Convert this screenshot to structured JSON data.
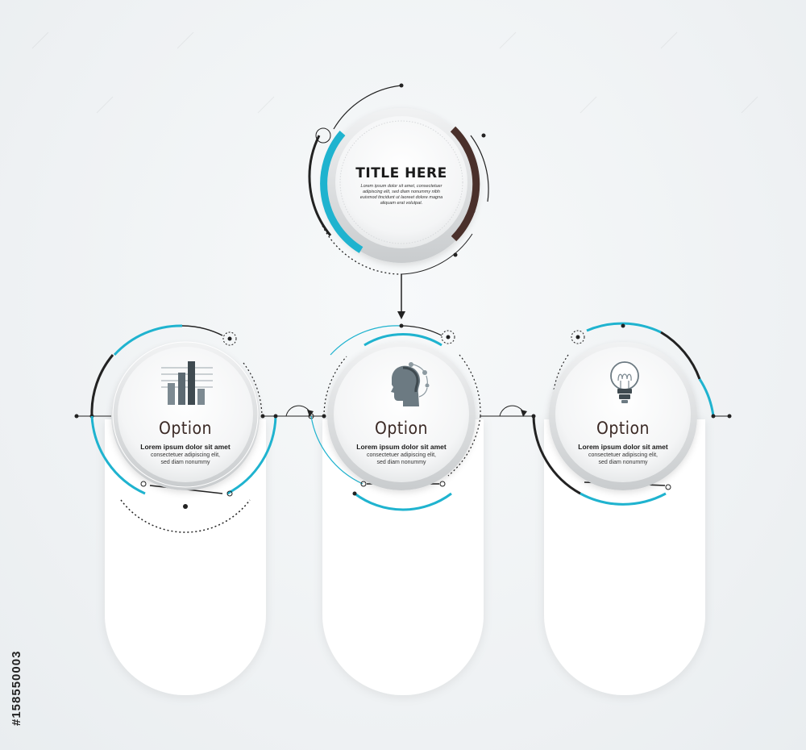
{
  "title_node": {
    "title": "TITLE HERE",
    "body": "Lorem ipsum dolor sit amet, consectetuer adipiscing elit, sed diam nonummy nibh euismod tincidunt ut laoreet dolore magna aliquam erat volutpat."
  },
  "options": [
    {
      "icon": "bar-chart-icon",
      "title": "Option",
      "heading": "Lorem ipsum dolor sit amet",
      "line1": "consectetuer adipiscing elit,",
      "line2": "sed diam nonummy"
    },
    {
      "icon": "head-profile-icon",
      "title": "Option",
      "heading": "Lorem ipsum dolor sit amet",
      "line1": "consectetuer adipiscing elit,",
      "line2": "sed diam nonummy"
    },
    {
      "icon": "light-bulb-icon",
      "title": "Option",
      "heading": "Lorem ipsum dolor sit amet",
      "line1": "consectetuer adipiscing elit,",
      "line2": "sed diam nonummy"
    }
  ],
  "side_id": "#158550003",
  "colors": {
    "accent": "#1fb3cf",
    "dark": "#222222",
    "brown": "#4a302b",
    "icon_gray": "#7d8a92"
  }
}
